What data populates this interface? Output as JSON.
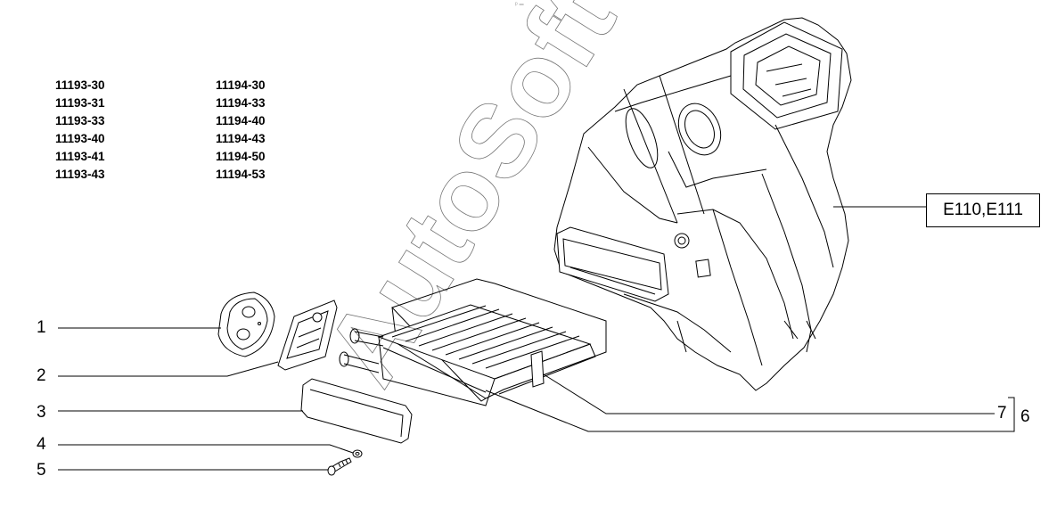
{
  "models": {
    "col1": [
      "11193-30",
      "11193-31",
      "11193-33",
      "11193-40",
      "11193-41",
      "11193-43"
    ],
    "col2": [
      "11194-30",
      "11194-33",
      "11194-40",
      "11194-43",
      "11194-50",
      "11194-53"
    ]
  },
  "callouts": {
    "p1": "1",
    "p2": "2",
    "p3": "3",
    "p4": "4",
    "p5": "5",
    "p6": "6",
    "p7": "7"
  },
  "reference": "E110,E111",
  "watermark": "AutoSoft",
  "corner_mark": "ᵖ ═"
}
